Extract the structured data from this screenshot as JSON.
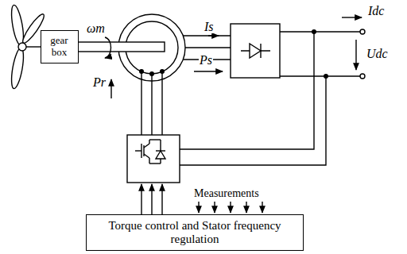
{
  "diagram": {
    "nodes": [
      {
        "text": [
          "gear box"
        ]
      },
      {
        "text": [
          "Torque control and Stator frequency regulation"
        ]
      }
    ],
    "labels": [
      "ωm",
      "Pr",
      "Is",
      "Ps",
      "Idc",
      "Udc",
      "Measurements"
    ]
  }
}
